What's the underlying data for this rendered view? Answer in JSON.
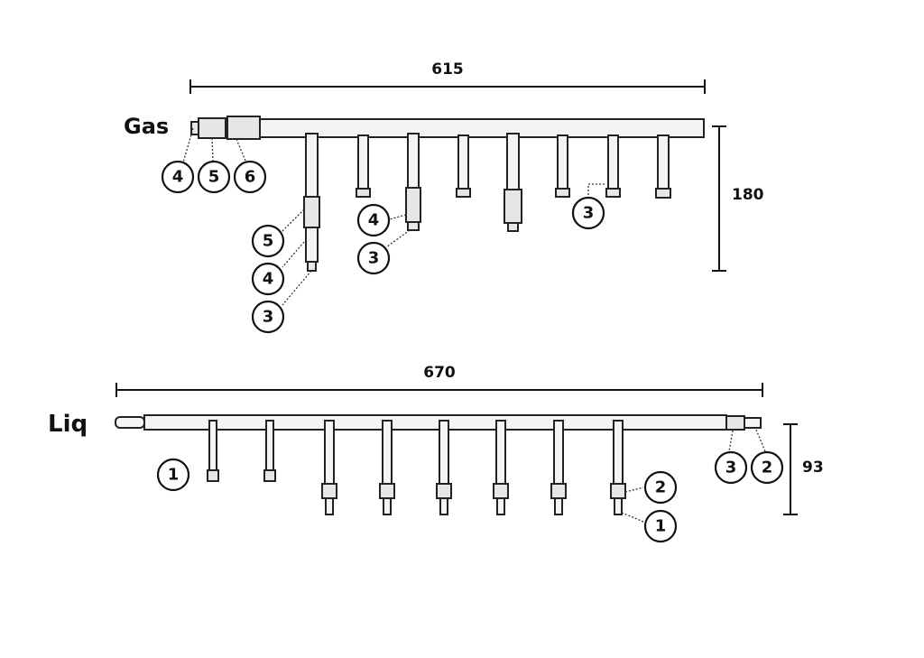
{
  "gas": {
    "label": "Gas",
    "dimension_length": "615",
    "dimension_height": "180",
    "header_callouts": [
      "4",
      "5",
      "6"
    ],
    "branch1_callouts": [
      "5",
      "4",
      "3"
    ],
    "branch3_callouts": [
      "4",
      "3"
    ],
    "branch_callout": "3"
  },
  "liq": {
    "label": "Liq",
    "dimension_length": "670",
    "dimension_height": "93",
    "left_callout": "1",
    "end_callouts": [
      "3",
      "2"
    ],
    "branch_callouts": [
      "2",
      "1"
    ]
  }
}
